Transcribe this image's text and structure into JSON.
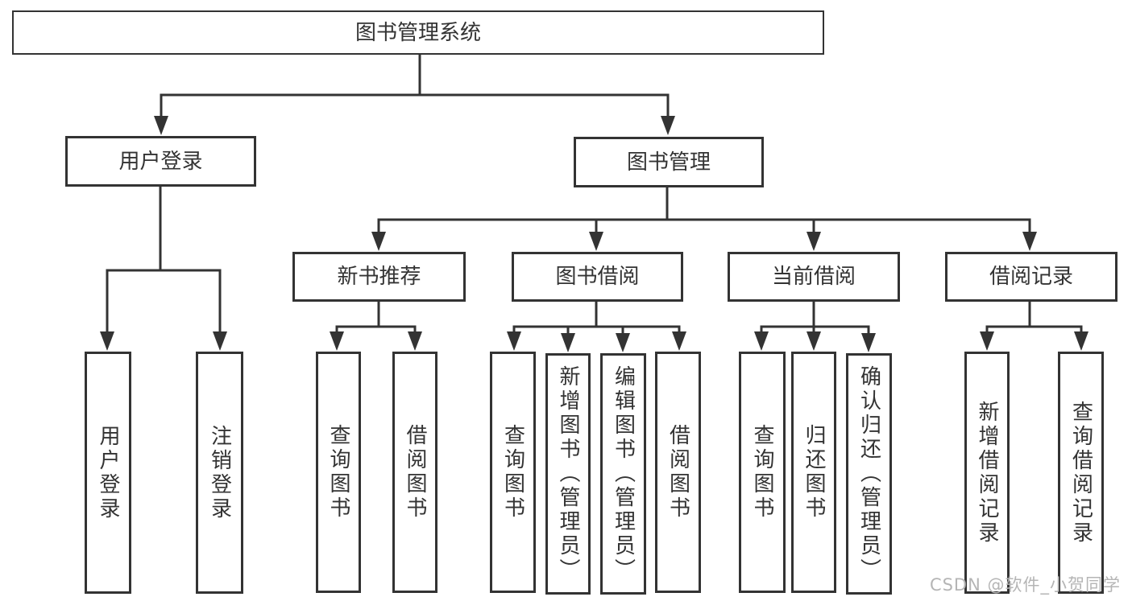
{
  "diagram": {
    "root": {
      "label": "图书管理系统"
    },
    "level2": {
      "user_login_group": {
        "label": "用户登录",
        "parent": "root"
      },
      "book_mgmt": {
        "label": "图书管理",
        "parent": "root"
      }
    },
    "level3": {
      "new_book_rec": {
        "label": "新书推荐",
        "parent": "book_mgmt"
      },
      "book_borrow": {
        "label": "图书借阅",
        "parent": "book_mgmt"
      },
      "current_borrow": {
        "label": "当前借阅",
        "parent": "book_mgmt"
      },
      "borrow_records": {
        "label": "借阅记录",
        "parent": "book_mgmt"
      }
    },
    "leaves": {
      "user_login": {
        "label": "用户登录",
        "parent": "user_login_group"
      },
      "logout": {
        "label": "注销登录",
        "parent": "user_login_group"
      },
      "nbr_query_book": {
        "label": "查询图书",
        "parent": "new_book_rec"
      },
      "nbr_borrow_book": {
        "label": "借阅图书",
        "parent": "new_book_rec"
      },
      "bb_query_book": {
        "label": "查询图书",
        "parent": "book_borrow"
      },
      "bb_add_book": {
        "label": "新增图书（管理员）",
        "parent": "book_borrow"
      },
      "bb_edit_book": {
        "label": "编辑图书（管理员）",
        "parent": "book_borrow"
      },
      "bb_borrow_book": {
        "label": "借阅图书",
        "parent": "book_borrow"
      },
      "cb_query_book": {
        "label": "查询图书",
        "parent": "current_borrow"
      },
      "cb_return_book": {
        "label": "归还图书",
        "parent": "current_borrow"
      },
      "cb_confirm_return": {
        "label": "确认归还（管理员）",
        "parent": "current_borrow"
      },
      "br_add_record": {
        "label": "新增借阅记录",
        "parent": "borrow_records"
      },
      "br_query_record": {
        "label": "查询借阅记录",
        "parent": "borrow_records"
      }
    }
  },
  "watermark": {
    "text": "CSDN @软件_小贺同学"
  },
  "colors": {
    "line": "#333333",
    "box_border": "#333333",
    "text": "#333333",
    "watermark": "#b5b5b5",
    "background": "#ffffff"
  }
}
